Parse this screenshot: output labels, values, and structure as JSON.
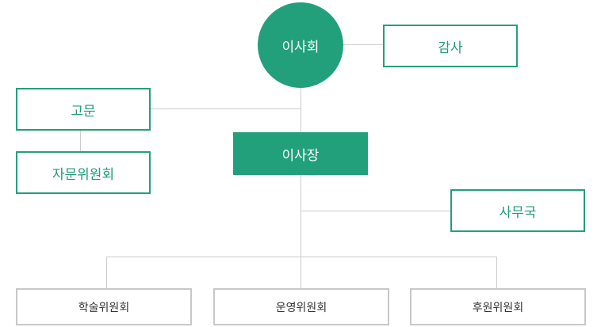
{
  "chart": {
    "board": "이사회",
    "auditor": "감사",
    "advisor": "고문",
    "advisory_committee": "자문위원회",
    "chairman": "이사장",
    "secretariat": "사무국",
    "committees": [
      "학술위원회",
      "운영위원회",
      "후원위원회"
    ]
  },
  "colors": {
    "accent": "#22a07b",
    "connector": "#cccccc",
    "muted_border": "#c8c8c8"
  }
}
